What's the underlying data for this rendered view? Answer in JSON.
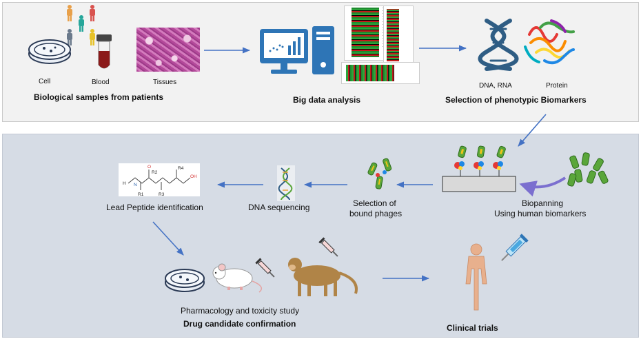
{
  "top_section": {
    "cell_label": "Cell",
    "blood_label": "Blood",
    "tissues_label": "Tissues",
    "samples_caption": "Biological samples from patients",
    "big_data_caption": "Big data analysis",
    "dna_rna_label": "DNA, RNA",
    "protein_label": "Protein",
    "biomarkers_caption": "Selection of phenotypic Biomarkers"
  },
  "bottom_section": {
    "lead_peptide_caption": "Lead Peptide identification",
    "dna_sequencing_caption": "DNA  sequencing",
    "selection_line1": "Selection of",
    "selection_line2": "bound phages",
    "biopanning_line1": "Biopanning",
    "biopanning_line2": "Using human biomarkers",
    "pharmacology_caption": "Pharmacology and toxicity study",
    "drug_candidate_caption": "Drug candidate confirmation",
    "clinical_trials_caption": "Clinical trials",
    "peptide_atoms": [
      "H",
      "N",
      "O",
      "R1",
      "R2",
      "R3",
      "R4",
      "OH"
    ]
  },
  "colors": {
    "arrow": "#4472c4",
    "curved_arrow": "#7b6fcf",
    "monitor": "#2e75b6",
    "dna": "#2f5d84",
    "phage_green": "#5aa63a",
    "monkey": "#b08447",
    "human_skin": "#e8b08d"
  }
}
